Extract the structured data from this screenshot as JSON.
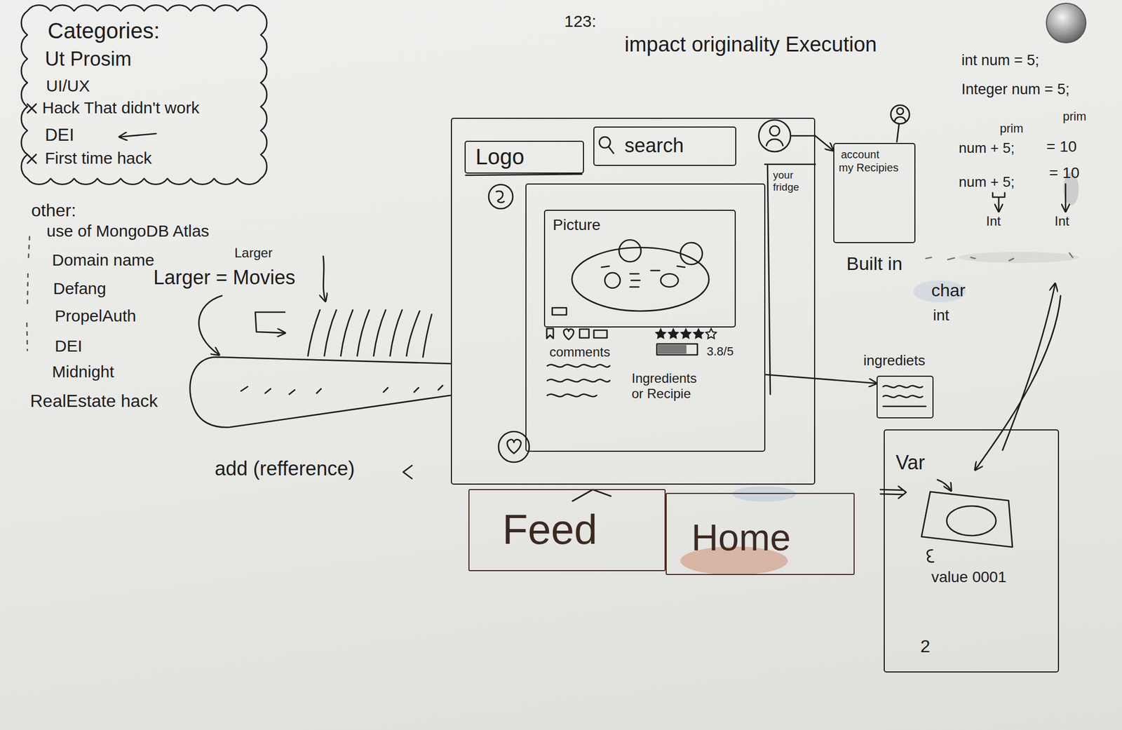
{
  "diagram": {
    "nodes": [
      {
        "text": [
          "Categories:",
          "Ut Prosim",
          "UI/UX",
          "Hack That didn't work",
          "DEI",
          "First time hack"
        ]
      },
      {
        "text": [
          "your fridge"
        ]
      },
      {
        "text": [
          "Logo"
        ],
        "in": 1
      },
      {
        "text": [
          "search"
        ],
        "in": 1
      },
      {
        "text": [
          "comments",
          "3.8/5",
          "Ingredients or Recipie"
        ],
        "in": 1
      },
      {
        "text": [
          "Picture"
        ],
        "in": 4
      },
      {
        "text": [
          "account",
          "my Recipies"
        ]
      },
      {
        "text": [
          "ingrediets"
        ]
      },
      {
        "text": [
          "Feed"
        ]
      },
      {
        "text": [
          "Home"
        ]
      },
      {
        "text": [
          "Var",
          "value 0001",
          "2"
        ]
      }
    ],
    "edges": [
      {
        "from": 1,
        "to": 6,
        "arrow": "to"
      },
      {
        "from": 4,
        "to": 7,
        "arrow": "to"
      }
    ],
    "labels": [
      "123:",
      "impact originality Execution",
      "other:",
      "use of MongoDB Atlas",
      "Domain name",
      "Defang",
      "PropelAuth",
      "DEI",
      "Midnight",
      "RealEstate hack",
      "Larger",
      "Larger = Movies",
      "add (refference)",
      "int num = 5;",
      "Integer num = 5;",
      "prim",
      "prim",
      "num + 5;",
      "= 10",
      "num + 5;",
      "= 10",
      "Int",
      "Int",
      "Built in",
      "char",
      "int"
    ]
  }
}
